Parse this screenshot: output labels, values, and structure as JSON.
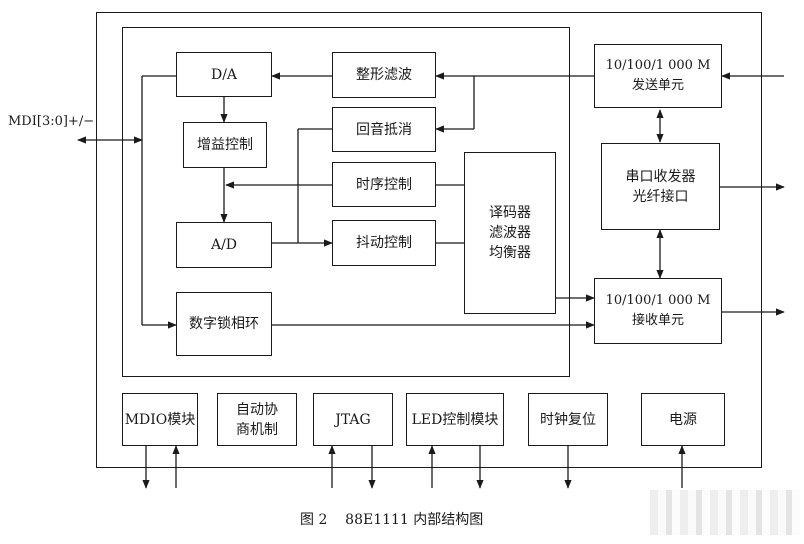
{
  "diagram": {
    "caption": "图 2    88E1111 内部结构图",
    "external_label": "MDI[3:0]+/−",
    "blocks": {
      "da": "D/A",
      "gain": "增益控制",
      "ad": "A/D",
      "dpll": "数字锁相环",
      "shaping": "整形滤波",
      "echo": "回音抵消",
      "timing": "时序控制",
      "jitter": "抖动控制",
      "decoder": [
        "译码器",
        "滤波器",
        "均衡器"
      ],
      "tx_unit": [
        "10/100/1 000 M",
        "发送单元"
      ],
      "serial": [
        "串口收发器",
        "光纤接口"
      ],
      "rx_unit": [
        "10/100/1 000 M",
        "接收单元"
      ],
      "mdio": "MDIO模块",
      "autoneg": [
        "自动协",
        "商机制"
      ],
      "jtag": "JTAG",
      "led": "LED控制模块",
      "clock": "时钟复位",
      "power": "电源"
    }
  }
}
